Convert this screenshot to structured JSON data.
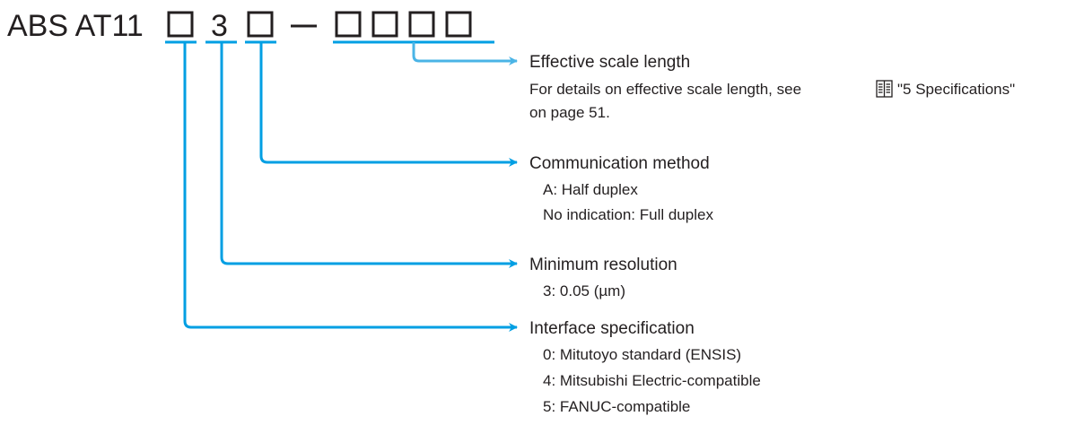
{
  "model_code": {
    "prefix": "ABS AT11",
    "fixed_digit": "3",
    "dash": "−"
  },
  "colors": {
    "arrow_primary": "#009fe3",
    "arrow_secondary": "#4ab4e6",
    "text": "#231f20"
  },
  "labels": {
    "effective_scale": {
      "title": "Effective scale length",
      "line1_before_icon": "For details on effective scale length, see",
      "line1_after_icon": "\"5 Specifications\"",
      "line2": "on page 51.",
      "icon": "manual-book-icon"
    },
    "communication": {
      "title": "Communication method",
      "lines": [
        "A: Half duplex",
        "No indication: Full duplex"
      ]
    },
    "resolution": {
      "title": "Minimum resolution",
      "lines": [
        "3: 0.05 (µm)"
      ]
    },
    "interface": {
      "title": "Interface specification",
      "lines": [
        "0: Mitutoyo standard (ENSIS)",
        "4: Mitsubishi Electric-compatible",
        "5: FANUC-compatible"
      ]
    }
  }
}
